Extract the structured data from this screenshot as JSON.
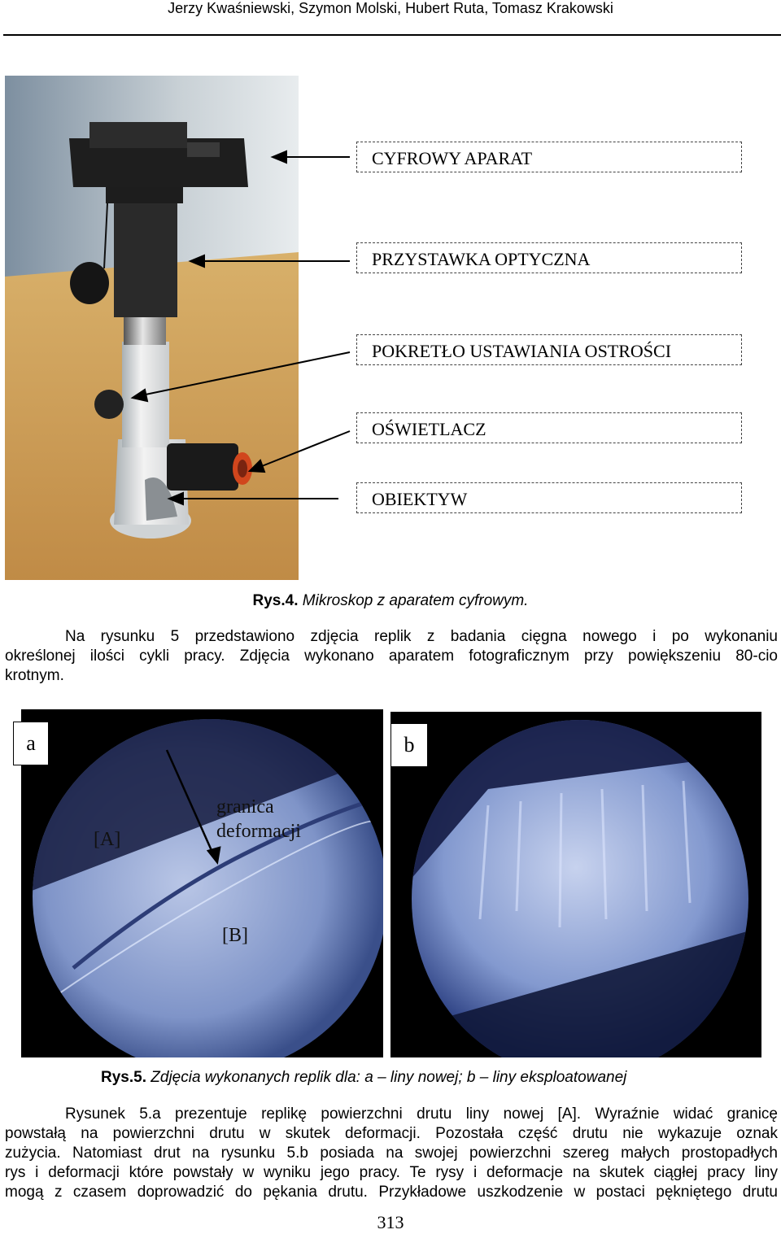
{
  "header": {
    "authors": "Jerzy Kwaśniewski, Szymon Molski, Hubert Ruta, Tomasz Krakowski"
  },
  "figure4": {
    "labels": [
      "CYFROWY APARAT",
      "PRZYSTAWKA OPTYCZNA",
      "POKRETŁO USTAWIANIA OSTROŚCI",
      "OŚWIETLACZ",
      "OBIEKTYW"
    ],
    "caption_num": "Rys.4.",
    "caption_text": "Mikroskop z aparatem cyfrowym."
  },
  "paragraph1": {
    "lines": [
      "Na rysunku 5 przedstawiono zdjęcia replik z badania cięgna nowego i po wykonaniu",
      "określonej ilości cykli pracy. Zdjęcia wykonano aparatem fotograficznym przy powiększeniu 80-cio",
      "krotnym."
    ]
  },
  "figure5": {
    "panel_a": {
      "tag": "a",
      "label_A": "[A]",
      "label_border_1": "granica",
      "label_border_2": "deformacji",
      "label_B": "[B]"
    },
    "panel_b": {
      "tag": "b"
    },
    "caption_num": "Rys.5.",
    "caption_text": "Zdjęcia wykonanych replik dla: a – liny nowej; b – liny eksploatowanej"
  },
  "paragraph2": {
    "lines": [
      "Rysunek 5.a prezentuje replikę powierzchni drutu liny nowej [A]. Wyraźnie widać granicę",
      "powstałą na powierzchni drutu w skutek deformacji. Pozostała część drutu nie wykazuje oznak",
      "zużycia. Natomiast drut na rysunku 5.b posiada na swojej powierzchni szereg małych prostopadłych",
      "rys i deformacji które powstały w wyniku jego pracy. Te rysy i deformacje na skutek ciągłej pracy liny",
      "mogą  z czasem doprowadzić do pękania drutu. Przykładowe uszkodzenie w postaci pękniętego drutu"
    ]
  },
  "page_number": "313"
}
